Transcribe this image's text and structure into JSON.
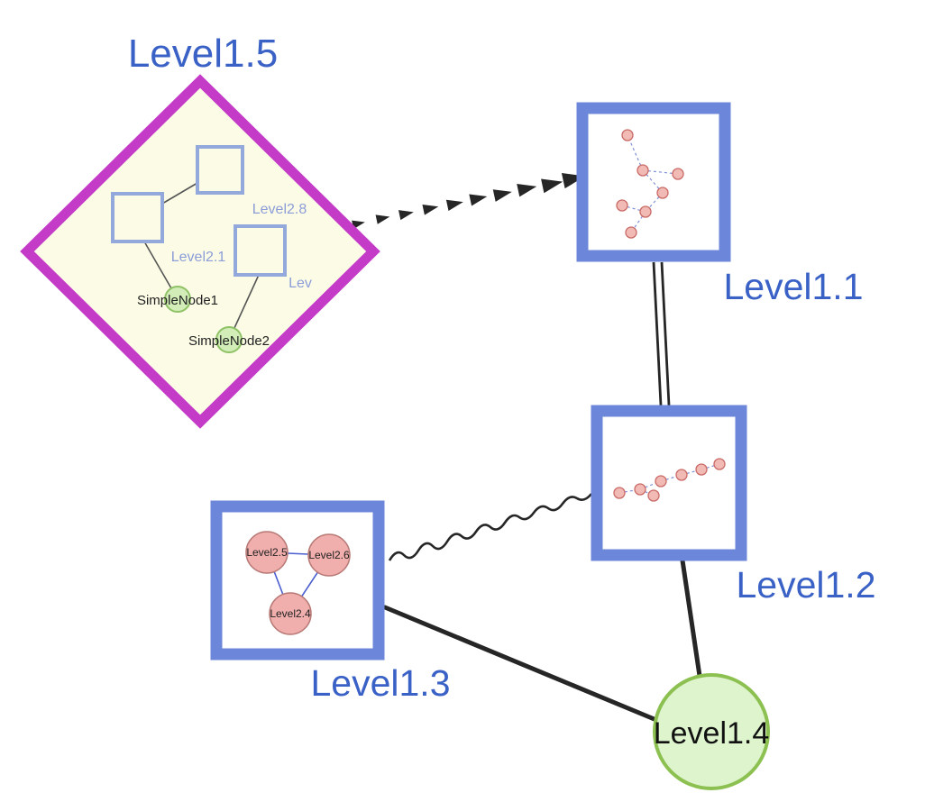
{
  "nodes": {
    "level15": {
      "label": "Level1.5",
      "shape": "diamond"
    },
    "level11": {
      "label": "Level1.1",
      "shape": "square-group"
    },
    "level12": {
      "label": "Level1.2",
      "shape": "square-group"
    },
    "level13": {
      "label": "Level1.3",
      "shape": "square-group"
    },
    "level14": {
      "label": "Level1.4",
      "shape": "circle"
    }
  },
  "level15_inner": {
    "squares": [
      {
        "label": "Level2.8"
      },
      {
        "label": "Level2.1"
      },
      {
        "label": "Lev"
      }
    ],
    "nodes": [
      {
        "label": "SimpleNode1"
      },
      {
        "label": "SimpleNode2"
      }
    ]
  },
  "level13_inner": {
    "nodes": [
      {
        "label": "Level2.5"
      },
      {
        "label": "Level2.6"
      },
      {
        "label": "Level2.4"
      }
    ]
  },
  "edges": [
    {
      "from": "level15",
      "to": "level11",
      "style": "dashed-arrowheads"
    },
    {
      "from": "level11",
      "to": "level12",
      "style": "double-line"
    },
    {
      "from": "level13",
      "to": "level12",
      "style": "wavy"
    },
    {
      "from": "level13",
      "to": "level14",
      "style": "solid"
    },
    {
      "from": "level12",
      "to": "level14",
      "style": "solid"
    }
  ],
  "colors": {
    "label_blue": "#3a61c6",
    "inner_label_blue": "#8c9dd8",
    "box_border": "#6c87da",
    "diamond_stroke": "#c43bc8",
    "diamond_fill": "#fcfce6",
    "green_fill": "#d2edb7",
    "green_stroke": "#8fc266",
    "big_green_fill": "#def4cd",
    "big_green_stroke": "#8cc152",
    "pink_fill": "#f2bab5",
    "pink_stroke": "#c96a66",
    "mini_edge_blue": "#8090d8",
    "edge_black": "#262626"
  }
}
